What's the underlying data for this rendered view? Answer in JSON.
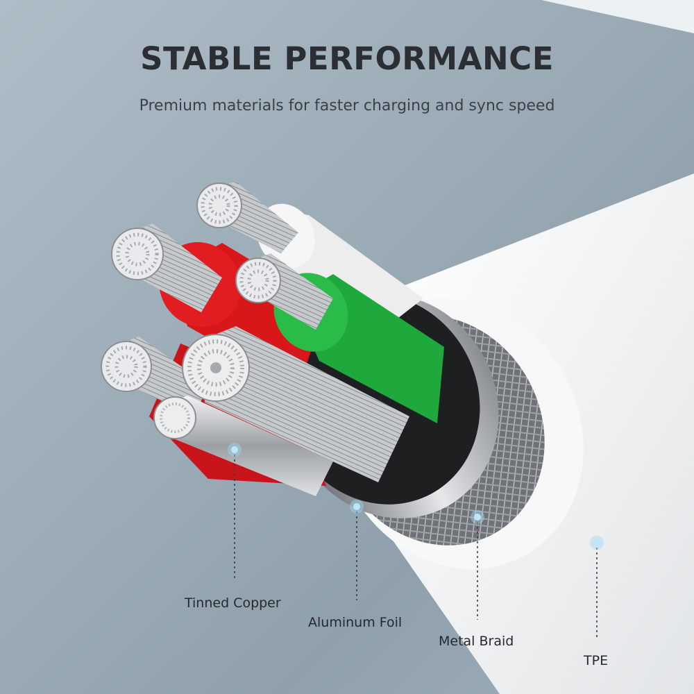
{
  "headline": "STABLE PERFORMANCE",
  "subheadline": "Premium materials for faster charging and sync speed",
  "callouts": {
    "tinned_copper": "Tinned Copper",
    "aluminum_foil": "Aluminum Foil",
    "metal_braid": "Metal Braid",
    "tpe": "TPE"
  },
  "colors": {
    "background": "#9fb0bb",
    "wire_red": "#d8171b",
    "wire_green": "#1fa83c",
    "wire_white": "#eeeeee",
    "jacket": "#f4f4f4",
    "callout_dot": "#9fd7f2"
  }
}
